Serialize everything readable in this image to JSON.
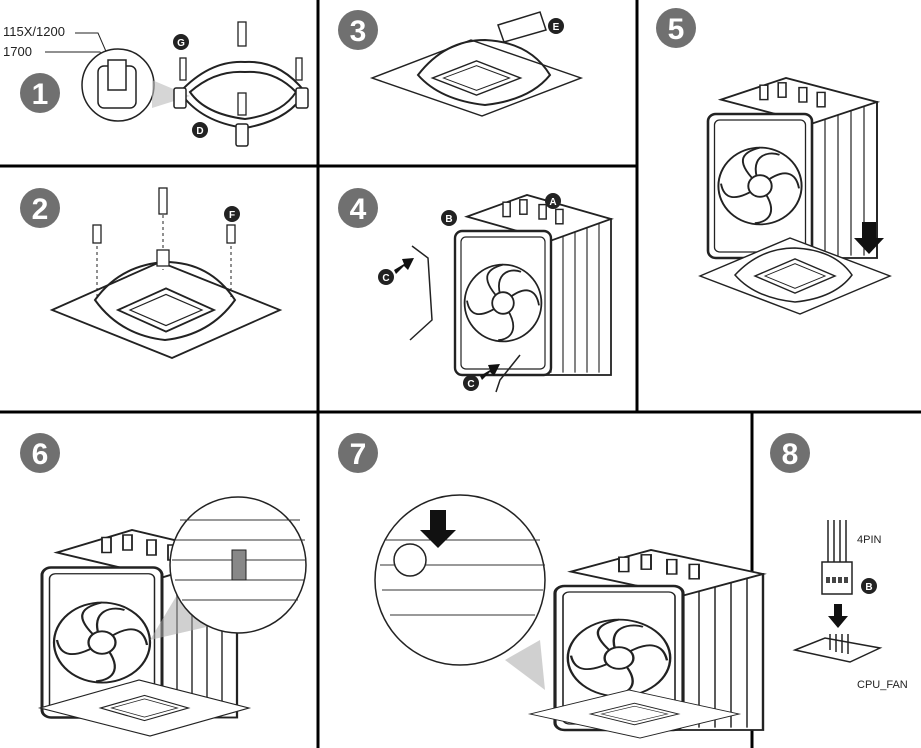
{
  "steps": [
    {
      "number": "1",
      "labels": {
        "socket_a": "115X/1200",
        "socket_b": "1700"
      },
      "parts": [
        "G",
        "D"
      ]
    },
    {
      "number": "2",
      "parts": [
        "F"
      ]
    },
    {
      "number": "3",
      "parts": [
        "E"
      ]
    },
    {
      "number": "4",
      "parts": [
        "B",
        "A",
        "C",
        "C"
      ]
    },
    {
      "number": "5",
      "parts": []
    },
    {
      "number": "6",
      "parts": []
    },
    {
      "number": "7",
      "parts": []
    },
    {
      "number": "8",
      "labels": {
        "connector": "4PIN",
        "header": "CPU_FAN"
      },
      "parts": [
        "B"
      ]
    }
  ],
  "colors": {
    "badge": "#707070",
    "line": "#2a2a2a",
    "frame": "#000000"
  },
  "icons": [
    "step-badge-icon",
    "part-letter-badge",
    "down-arrow-icon",
    "insert-arrow-icon",
    "magnifier-callout"
  ]
}
